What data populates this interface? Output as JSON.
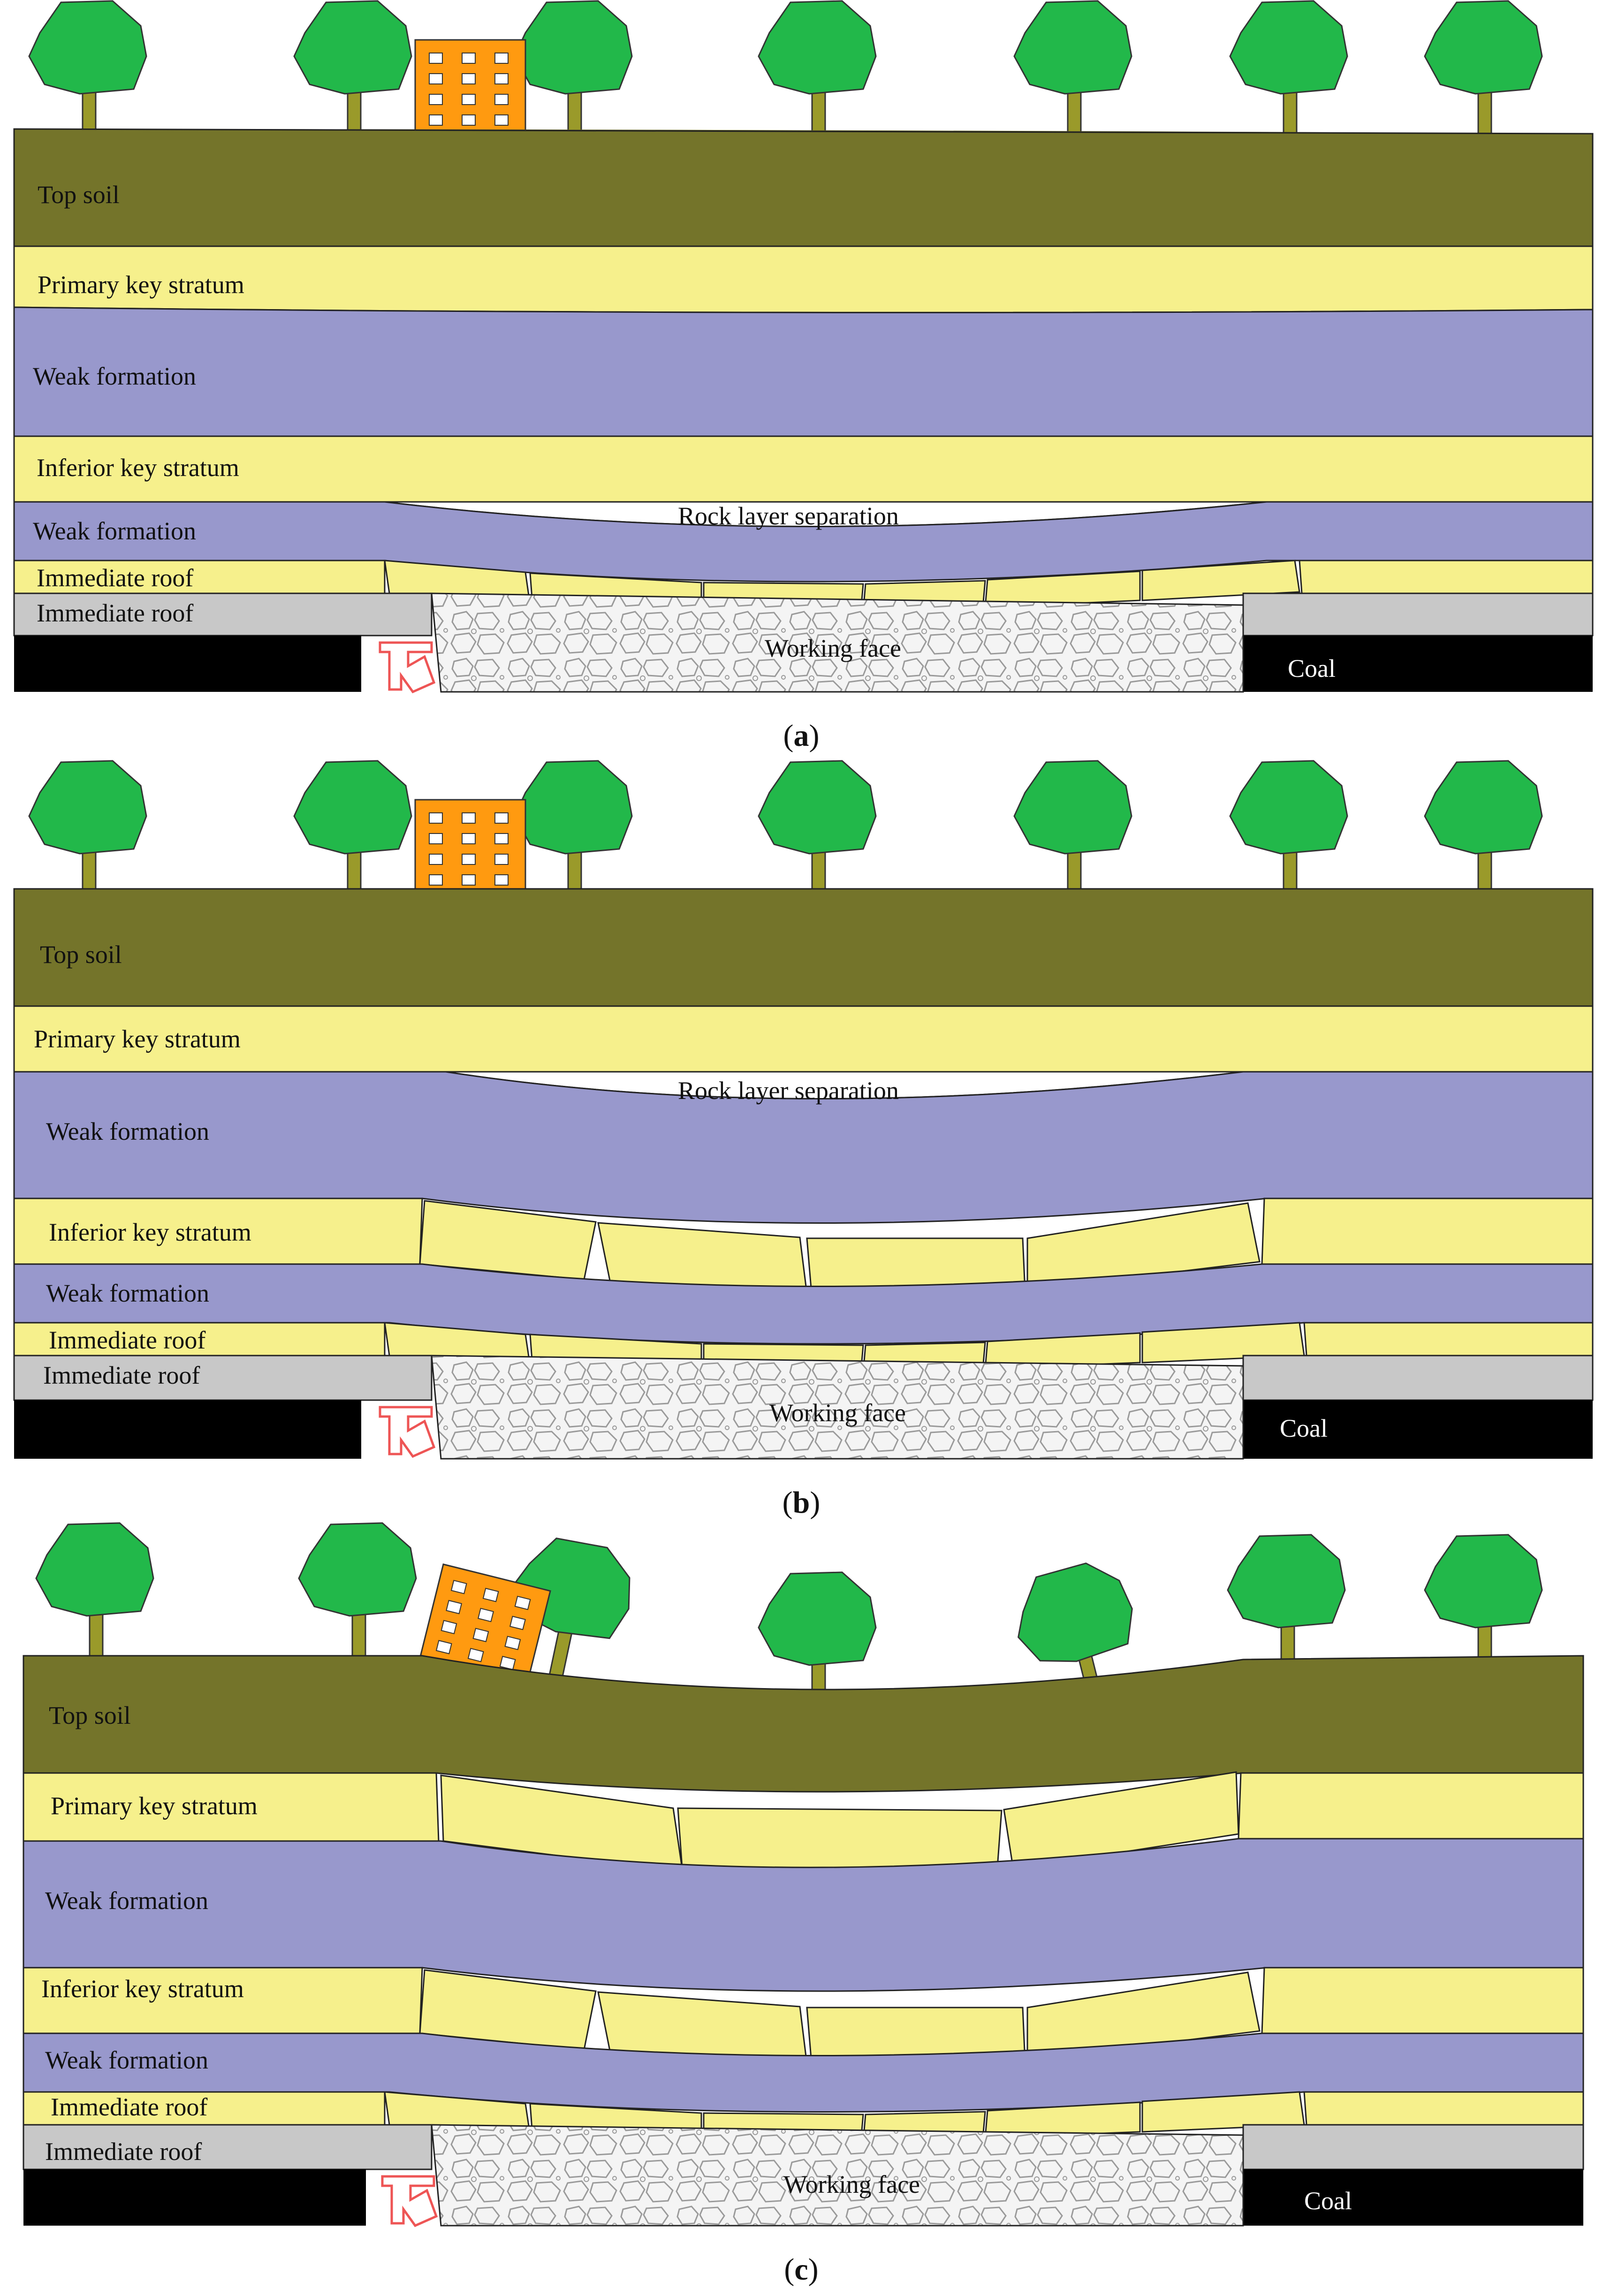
{
  "colors": {
    "topsoil": "#74742a",
    "key_stratum": "#f6f08c",
    "weak_formation": "#9898cc",
    "immediate_roof_gray": "#c8c8c8",
    "coal": "#000000",
    "gob": "#f2f2f2",
    "tree_crown": "#22b84a",
    "tree_trunk": "#9a9a2a",
    "building": "#ff9a10",
    "support": "#ee5555"
  },
  "icons": [
    "tree-icon",
    "building-icon",
    "hydraulic-support-icon"
  ],
  "panels": [
    {
      "caption": {
        "open": "(",
        "letter": "a",
        "close": ")"
      },
      "labels": {
        "top_soil": "Top soil",
        "primary_key_stratum": "Primary key stratum",
        "weak_formation_upper": "Weak formation",
        "inferior_key_stratum": "Inferior key stratum",
        "separation": "Rock layer separation",
        "weak_formation_lower": "Weak formation",
        "immediate_roof_upper": "Immediate roof",
        "immediate_roof_lower": "Immediate roof",
        "working_face": "Working face",
        "coal": "Coal"
      }
    },
    {
      "caption": {
        "open": "(",
        "letter": "b",
        "close": ")"
      },
      "labels": {
        "top_soil": "Top soil",
        "primary_key_stratum": "Primary key stratum",
        "separation": "Rock layer separation",
        "weak_formation_upper": "Weak formation",
        "inferior_key_stratum": "Inferior key stratum",
        "weak_formation_lower": "Weak formation",
        "immediate_roof_upper": "Immediate roof",
        "immediate_roof_lower": "Immediate roof",
        "working_face": "Working face",
        "coal": "Coal"
      }
    },
    {
      "caption": {
        "open": "(",
        "letter": "c",
        "close": ")"
      },
      "labels": {
        "top_soil": "Top soil",
        "primary_key_stratum": "Primary key stratum",
        "weak_formation_upper": "Weak formation",
        "inferior_key_stratum": "Inferior key stratum",
        "weak_formation_lower": "Weak formation",
        "immediate_roof_upper": "Immediate roof",
        "immediate_roof_lower": "Immediate roof",
        "working_face": "Working face",
        "coal": "Coal"
      }
    }
  ]
}
